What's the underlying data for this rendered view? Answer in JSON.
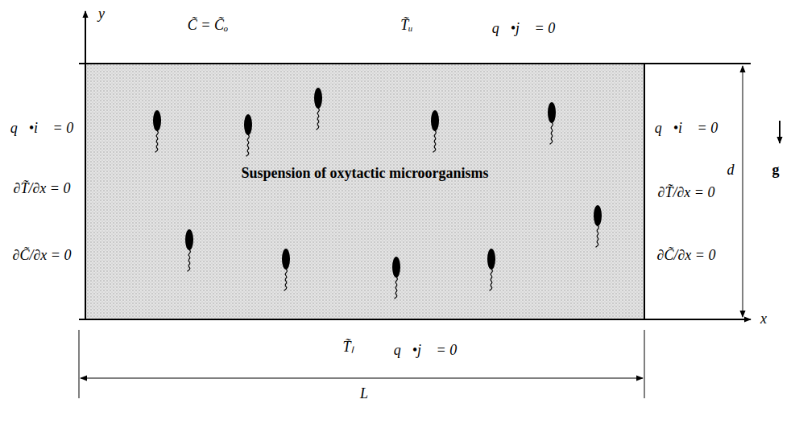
{
  "diagram": {
    "nodes": [
      {
        "text": [
          "Suspension of oxytactic microorganisms"
        ]
      }
    ],
    "labels": [
      "y",
      "C̃ = C̃ₒ",
      "T̃ᵤ",
      "q⃗•j⃗ = 0",
      "q⃗•i⃗ = 0",
      "q⃗•i⃗ = 0",
      "∂T̃/∂x = 0",
      "∂T̃/∂x = 0",
      "d",
      "g⃗",
      "∂C̃/∂x = 0",
      "∂C̃/∂x = 0",
      "x",
      "T̃ₗ",
      "q⃗•j⃗ = 0",
      "L"
    ]
  }
}
